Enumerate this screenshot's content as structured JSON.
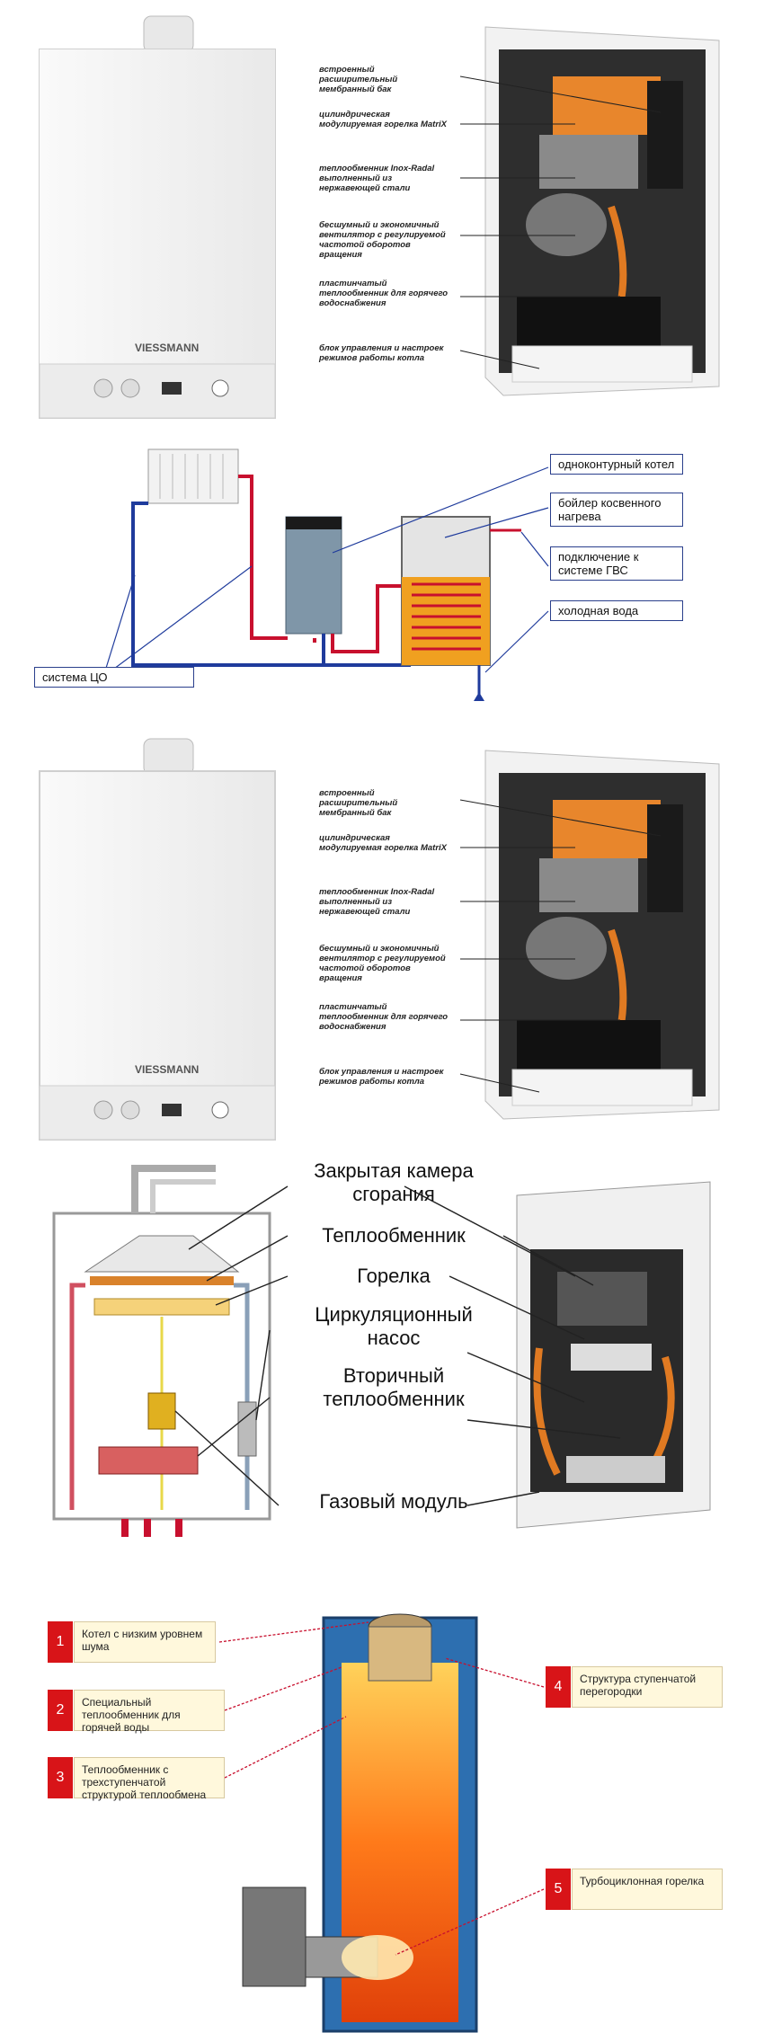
{
  "boiler1": {
    "brand": "VIESSMANN",
    "callouts": [
      "встроенный расширительный мембранный бак",
      "цилиндрическая модулируемая горелка MatriX",
      "теплообменник Inox-Radal выполненный из нержавеющей стали",
      "бесшумный и экономичный вентилятор с регулируемой частотой оборотов вращения",
      "пластинчатый теплообменник для горячего водоснабжения",
      "блок управления и настроек режимов работы котла"
    ]
  },
  "scheme": {
    "labels": {
      "single_circuit": "одноконтурный котел",
      "indirect_boiler": "бойлер косвенного нагрева",
      "dhw_connection": "подключение к системе ГВС",
      "cold_water": "холодная вода",
      "heating_system": "система ЦО"
    },
    "colors": {
      "hot": "#c8102e",
      "cold": "#1f3b9c",
      "boiler_body": "#7f96a8",
      "tank": "#f0a020"
    }
  },
  "boiler2": {
    "brand": "VIESSMANN",
    "callouts": [
      "встроенный расширительный мембранный бак",
      "цилиндрическая модулируемая горелка MatriX",
      "теплообменник Inox-Radal выполненный из нержавеющей стали",
      "бесшумный и экономичный вентилятор с регулируемой частотой оборотов вращения",
      "пластинчатый теплообменник для горячего водоснабжения",
      "блок управления и настроек режимов работы котла"
    ]
  },
  "components": {
    "labels": [
      "Закрытая камера сгорания",
      "Теплообменник",
      "Горелка",
      "Циркуляционный насос",
      "Вторичный теплообменник",
      "Газовый модуль"
    ]
  },
  "flame": {
    "items": [
      {
        "num": "1",
        "text": "Котел с низким уровнем шума"
      },
      {
        "num": "2",
        "text": "Специальный теплообменник для горячей воды"
      },
      {
        "num": "3",
        "text": "Теплообменник с трехступенчатой структурой теплообмена"
      },
      {
        "num": "4",
        "text": "Структура ступенчатой перегородки"
      },
      {
        "num": "5",
        "text": "Турбоциклонная горелка"
      }
    ],
    "colors": {
      "badge": "#d81418",
      "badge_text_bg": "#fff8dc"
    }
  }
}
